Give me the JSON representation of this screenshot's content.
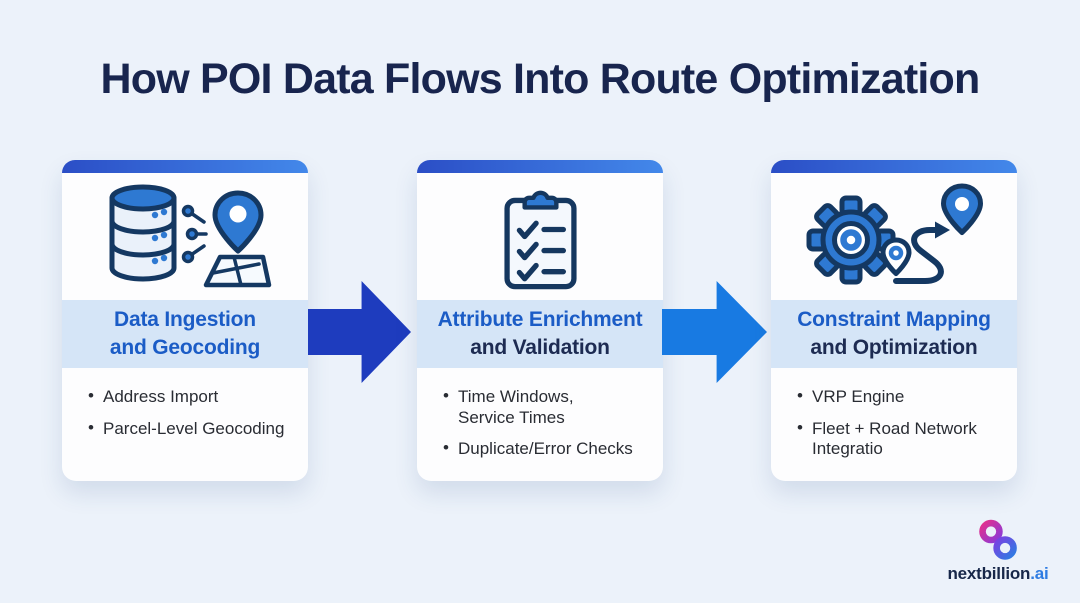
{
  "heading": "How POI Data Flows Into Route Optimization",
  "cards": [
    {
      "icon": "database-geocoding-icon",
      "title_line1": "Data Ingestion",
      "title_line2": "and Geocoding",
      "bullets": [
        "Address Import",
        "Parcel-Level Geocoding"
      ]
    },
    {
      "icon": "checklist-icon",
      "title_line1": "Attribute Enrichment",
      "title_line2": "and Validation",
      "bullets": [
        "Time Windows,\nService Times",
        "Duplicate/Error Checks"
      ]
    },
    {
      "icon": "gear-route-icon",
      "title_line1": "Constraint Mapping",
      "title_line2": "and Optimization",
      "bullets": [
        "VRP Engine",
        "Fleet + Road Network\nIntegratio"
      ]
    }
  ],
  "arrows": [
    {
      "name": "flow-arrow-1",
      "color": "#1e3cbe"
    },
    {
      "name": "flow-arrow-2",
      "color": "#187ae2"
    }
  ],
  "footer": {
    "brand_name": "nextbillion",
    "brand_domain": ".ai"
  },
  "theme": {
    "background": "#ecf2fa",
    "heading_color": "#18254e",
    "card_bg": "#fdfdfe",
    "accent_blue": "#1b5cc6",
    "dark_navy": "#1d2b52",
    "band_bg": "#d5e5f7",
    "bar_gradient_start": "#2b4ec6",
    "bar_gradient_end": "#4388ea",
    "bullet_text": "#292c33",
    "icon_blue": "#2e79d2",
    "icon_navy": "#143862",
    "brand_text": "#172749",
    "brand_suffix": "#2e7ce2"
  }
}
